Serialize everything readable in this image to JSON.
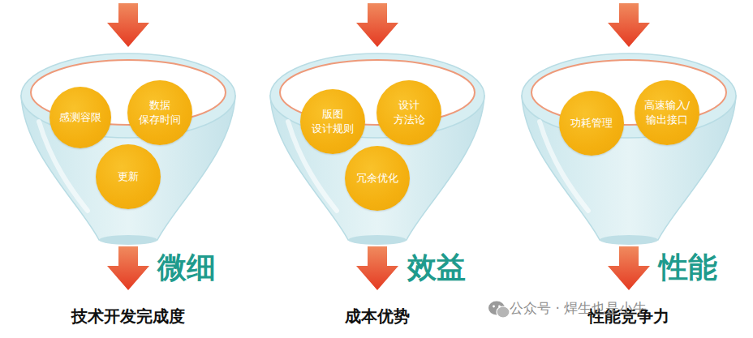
{
  "diagram": {
    "nodes": [
      {
        "text": [
          "感测容限"
        ]
      },
      {
        "text": [
          "数据 保存时间"
        ]
      },
      {
        "text": [
          "更新"
        ]
      },
      {
        "text": [
          "版图 设计规则"
        ]
      },
      {
        "text": [
          "设计 方法论"
        ]
      },
      {
        "text": [
          "冗余优化"
        ]
      },
      {
        "text": [
          "功耗管理"
        ]
      },
      {
        "text": [
          "高速输入/ 输出接口"
        ]
      }
    ],
    "labels": [
      "微细",
      "技术开发完成度",
      "效益",
      "成本优势",
      "性能",
      "性能竞争力",
      "公众号 · 焊生也是小牛"
    ]
  }
}
